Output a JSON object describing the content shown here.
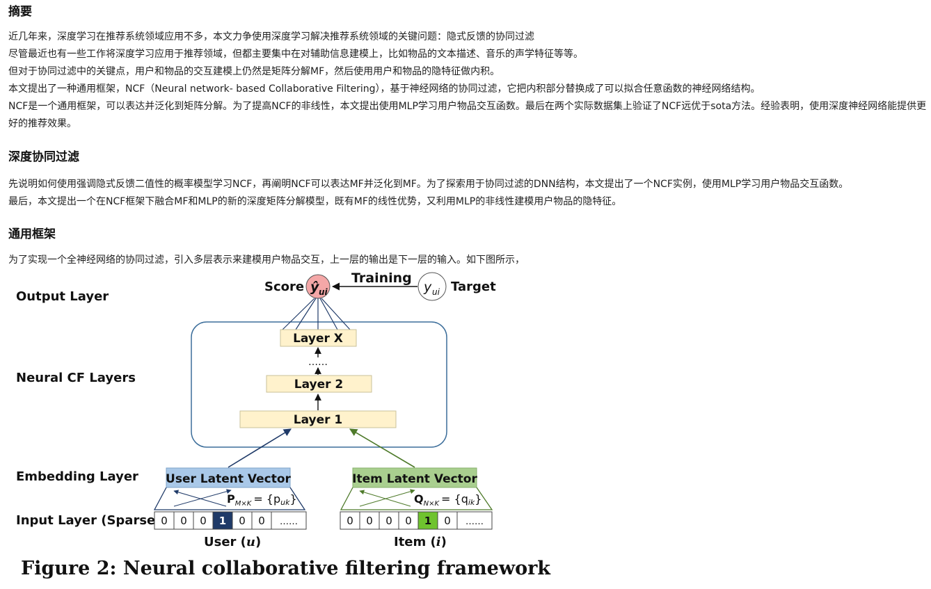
{
  "sections": {
    "abstract": {
      "heading": "摘要",
      "paragraphs": [
        "近几年来，深度学习在推荐系统领域应用不多，本文力争使用深度学习解决推荐系统领域的关键问题：隐式反馈的协同过滤",
        "尽管最近也有一些工作将深度学习应用于推荐领域，但都主要集中在对辅助信息建模上，比如物品的文本描述、音乐的声学特征等等。",
        "但对于协同过滤中的关键点，用户和物品的交互建模上仍然是矩阵分解MF，然后使用用户和物品的隐特征做内积。",
        "本文提出了一种通用框架，NCF（Neural network- based Collaborative Filtering），基于神经网络的协同过滤，它把内积部分替换成了可以拟合任意函数的神经网络结构。",
        "NCF是一个通用框架，可以表达并泛化到矩阵分解。为了提高NCF的非线性，本文提出使用MLP学习用户物品交互函数。最后在两个实际数据集上验证了NCF远优于sota方法。经验表明，使用深度神经网络能提供更好的推荐效果。"
      ]
    },
    "deep_cf": {
      "heading": "深度协同过滤",
      "paragraphs": [
        "先说明如何使用强调隐式反馈二值性的概率模型学习NCF，再阐明NCF可以表达MF并泛化到MF。为了探索用于协同过滤的DNN结构，本文提出了一个NCF实例，使用MLP学习用户物品交互函数。",
        "最后，本文提出一个在NCF框架下融合MF和MLP的新的深度矩阵分解模型，既有MF的线性优势，又利用MLP的非线性建模用户物品的隐特征。"
      ]
    },
    "framework": {
      "heading": "通用框架",
      "paragraphs": [
        "为了实现一个全神经网络的协同过滤，引入多层表示来建模用户物品交互，上一层的输出是下一层的输入。如下图所示，"
      ]
    }
  },
  "figure": {
    "row_labels": {
      "output": "Output Layer",
      "neural": "Neural CF Layers",
      "embedding": "Embedding Layer",
      "input": "Input Layer (Sparse)"
    },
    "score_label": "Score",
    "score_symbol": "ŷ",
    "score_sub": "ui",
    "training_label": "Training",
    "target_label": "Target",
    "target_symbol": "y",
    "target_sub": "ui",
    "layers": {
      "x": "Layer X",
      "dots": "……",
      "two": "Layer 2",
      "one": "Layer 1"
    },
    "user": {
      "latent": "User Latent Vector",
      "matrix": "P",
      "matrix_dim": "M×K",
      "matrix_eq": "= {p",
      "matrix_elem": "uk",
      "matrix_close": "}",
      "cells": [
        "0",
        "0",
        "0",
        "1",
        "0",
        "0",
        "……"
      ],
      "active_index": 3,
      "label": "User (",
      "var": "u",
      "label_close": ")"
    },
    "item": {
      "latent": "Item Latent Vector",
      "matrix": "Q",
      "matrix_dim": "N×K",
      "matrix_eq": "= {q",
      "matrix_elem": "ik",
      "matrix_close": "}",
      "cells": [
        "0",
        "0",
        "0",
        "0",
        "1",
        "0",
        "……"
      ],
      "active_index": 4,
      "label": "Item (",
      "var": "i",
      "label_close": ")"
    },
    "caption": "Figure 2:  Neural collaborative filtering framework"
  },
  "colors": {
    "user_blue": "#1f3a68",
    "user_fill": "#a9c8e8",
    "item_green": "#4e7a2a",
    "item_fill": "#a9cf8f",
    "item_active": "#6fc32e",
    "layer_fill": "#fff2cc",
    "layer_border": "#c9c19a",
    "frame_blue": "#3b6d9a",
    "score_fill": "#f4a7a7"
  }
}
